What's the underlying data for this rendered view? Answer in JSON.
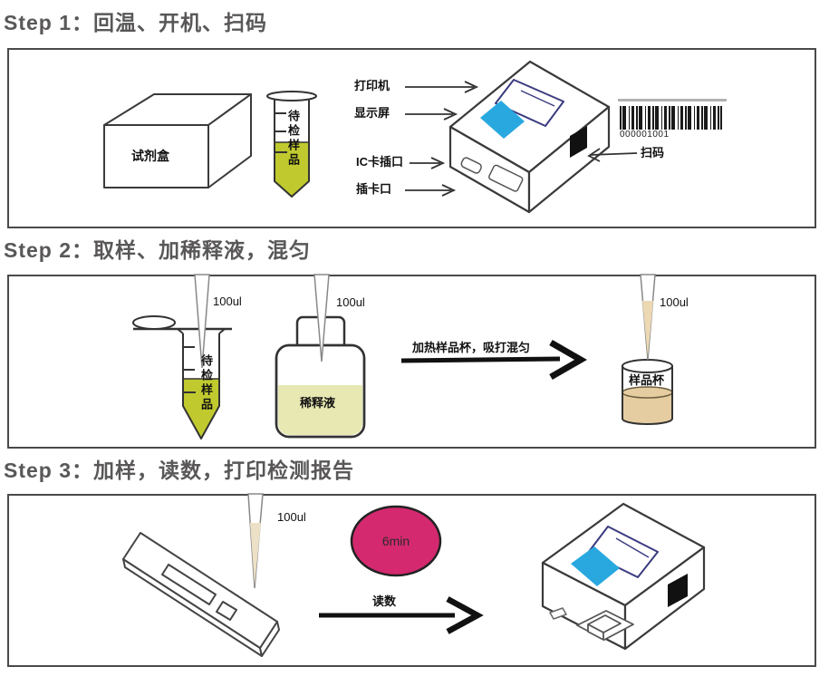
{
  "colors": {
    "title": "#595757",
    "panel_border": "#4a4a4a",
    "sample_liquid": "#c0ca2e",
    "diluent_liquid": "#e7e8b2",
    "cup_liquid": "#e5cda1",
    "screen_blue": "#29a8e0",
    "printer_outline": "#3b3b80",
    "timer_pink": "#d4296f"
  },
  "step1": {
    "title": "Step 1：回温、开机、扫码",
    "reagent_box_label": "试剂盒",
    "sample_tube_label": "待检样品",
    "callouts": {
      "printer": "打印机",
      "display": "显示屏",
      "ic_card_slot": "IC卡插口",
      "card_slot": "插卡口"
    },
    "barcode_number": "000001001",
    "scan_label": "扫码"
  },
  "step2": {
    "title": "Step 2：取样、加稀释液，混匀",
    "pipette_volume": "100ul",
    "sample_tube_label": "待检样品",
    "diluent_label": "稀释液",
    "arrow_caption": "加热样品杯，吸打混匀",
    "sample_cup_label": "样品杯"
  },
  "step3": {
    "title": "Step 3：加样，读数，打印检测报告",
    "pipette_volume": "100ul",
    "timer_label": "6min",
    "arrow_caption": "读数"
  }
}
